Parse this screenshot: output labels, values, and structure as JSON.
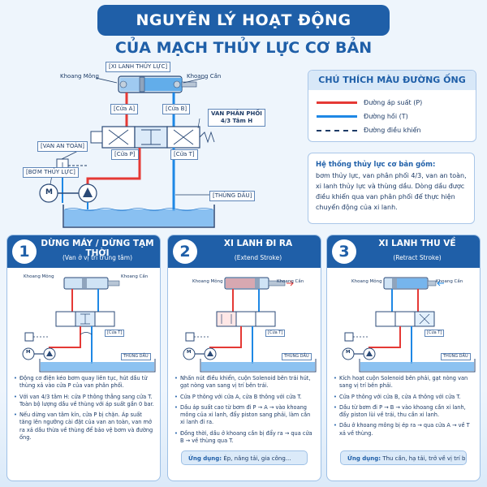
{
  "header": {
    "title": "NGUYÊN LÝ HOẠT ĐỘNG",
    "subtitle": "CỦA MẠCH THỦY LỰC CƠ BẢN"
  },
  "main_diagram": {
    "cylinder_label": "[XI LANH THỦY LỰC]",
    "rod_chamber": "Khoang Cần",
    "piston_chamber": "Khoang Mông",
    "port_a": "[Cửa A]",
    "port_b": "[Cửa B]",
    "port_p": "[Cửa P]",
    "port_t": "[Cửa T]",
    "valve_label": "VAN PHÂN PHỐI\n4/3 Tâm H",
    "relief_valve": "[VAN AN TOÀN]",
    "pump": "[BƠM THỦY LỰC]",
    "motor": "M",
    "tank": "[THÙNG DẦU]"
  },
  "legend": {
    "title": "CHÚ THÍCH MÀU ĐƯỜNG ỐNG",
    "items": [
      {
        "label": "Đường áp suất (P)",
        "color": "#e53935",
        "style": "solid"
      },
      {
        "label": "Đường hồi (T)",
        "color": "#1e88e5",
        "style": "solid"
      },
      {
        "label": "Đường điều khiển",
        "color": "#1d3b66",
        "style": "dashed"
      }
    ]
  },
  "info": {
    "title": "Hệ thống thủy lực cơ bản gồm:",
    "text": "bơm thủy lực, van phân phối 4/3, van an toàn, xi lanh thủy lực và thùng dầu. Dòng dầu được điều khiển qua van phân phối để thực hiện chuyển động của xi lanh."
  },
  "panels": [
    {
      "number": "1",
      "title": "DỪNG MÁY / DỪNG TẠM THỜI",
      "subtitle": "(Van ở vị trí trung tâm)",
      "piston_chamber": "Khoang Mông",
      "rod_chamber": "Khoang Cần",
      "port_t": "[Cửa T]",
      "tank": "THÙNG DẦU",
      "motor": "M",
      "bullets": [
        "Động cơ điện kéo bơm quay liên tục, hút dầu từ thùng xả vào cửa P của van phân phối.",
        "Với van 4/3 tâm H: cửa P thông thẳng sang cửa T. Toàn bộ lượng dầu về thùng với áp suất gần 0 bar.",
        "Nếu dừng van tâm kín, cửa P bị chặn. Áp suất tăng lên ngưỡng cài đặt của van an toàn, van mở ra xả dầu thừa về thùng để bảo vệ bơm và đường ống."
      ],
      "application": ""
    },
    {
      "number": "2",
      "title": "XI LANH ĐI RA",
      "subtitle": "(Extend Stroke)",
      "piston_chamber": "Khoang Mông",
      "rod_chamber": "Khoang Cần",
      "port_t": "[Cửa T]",
      "tank": "THÙNG DẦU",
      "motor": "M",
      "bullets": [
        "Nhấn nút điều khiển, cuộn Solenoid bên trái hút, gạt nòng van sang vị trí bên trái.",
        "Cửa P thông với cửa A, cửa B thông với cửa T.",
        "Dầu áp suất cao từ bơm đi P → A → vào khoang mông của xi lanh, đẩy piston sang phải, làm cần xi lanh đi ra.",
        "Đồng thời, dầu ở khoang cần bị đẩy ra → qua cửa B → về thùng qua T."
      ],
      "app_label": "Ứng dụng:",
      "app_text": "Ép, nâng tải, gia công..."
    },
    {
      "number": "3",
      "title": "XI LANH THU VỀ",
      "subtitle": "(Retract Stroke)",
      "piston_chamber": "Khoang Mông",
      "rod_chamber": "Khoang Cần",
      "port_t": "[Cửa T]",
      "tank": "THÙNG DẦU",
      "motor": "M",
      "bullets": [
        "Kích hoạt cuộn Solenoid bên phải, gạt nòng van sang vị trí bên phải.",
        "Cửa P thông với cửa B, cửa A thông với cửa T.",
        "Dầu từ bơm đi P → B → vào khoang cần xi lanh, đẩy piston lùi về trái, thu cần xi lanh.",
        "Dầu ở khoang mông bị ép ra → qua cửa A → về T xả về thùng."
      ],
      "app_label": "Ứng dụng:",
      "app_text": "Thu cần, hạ tải, trở về vị trí ban đầu..."
    }
  ]
}
